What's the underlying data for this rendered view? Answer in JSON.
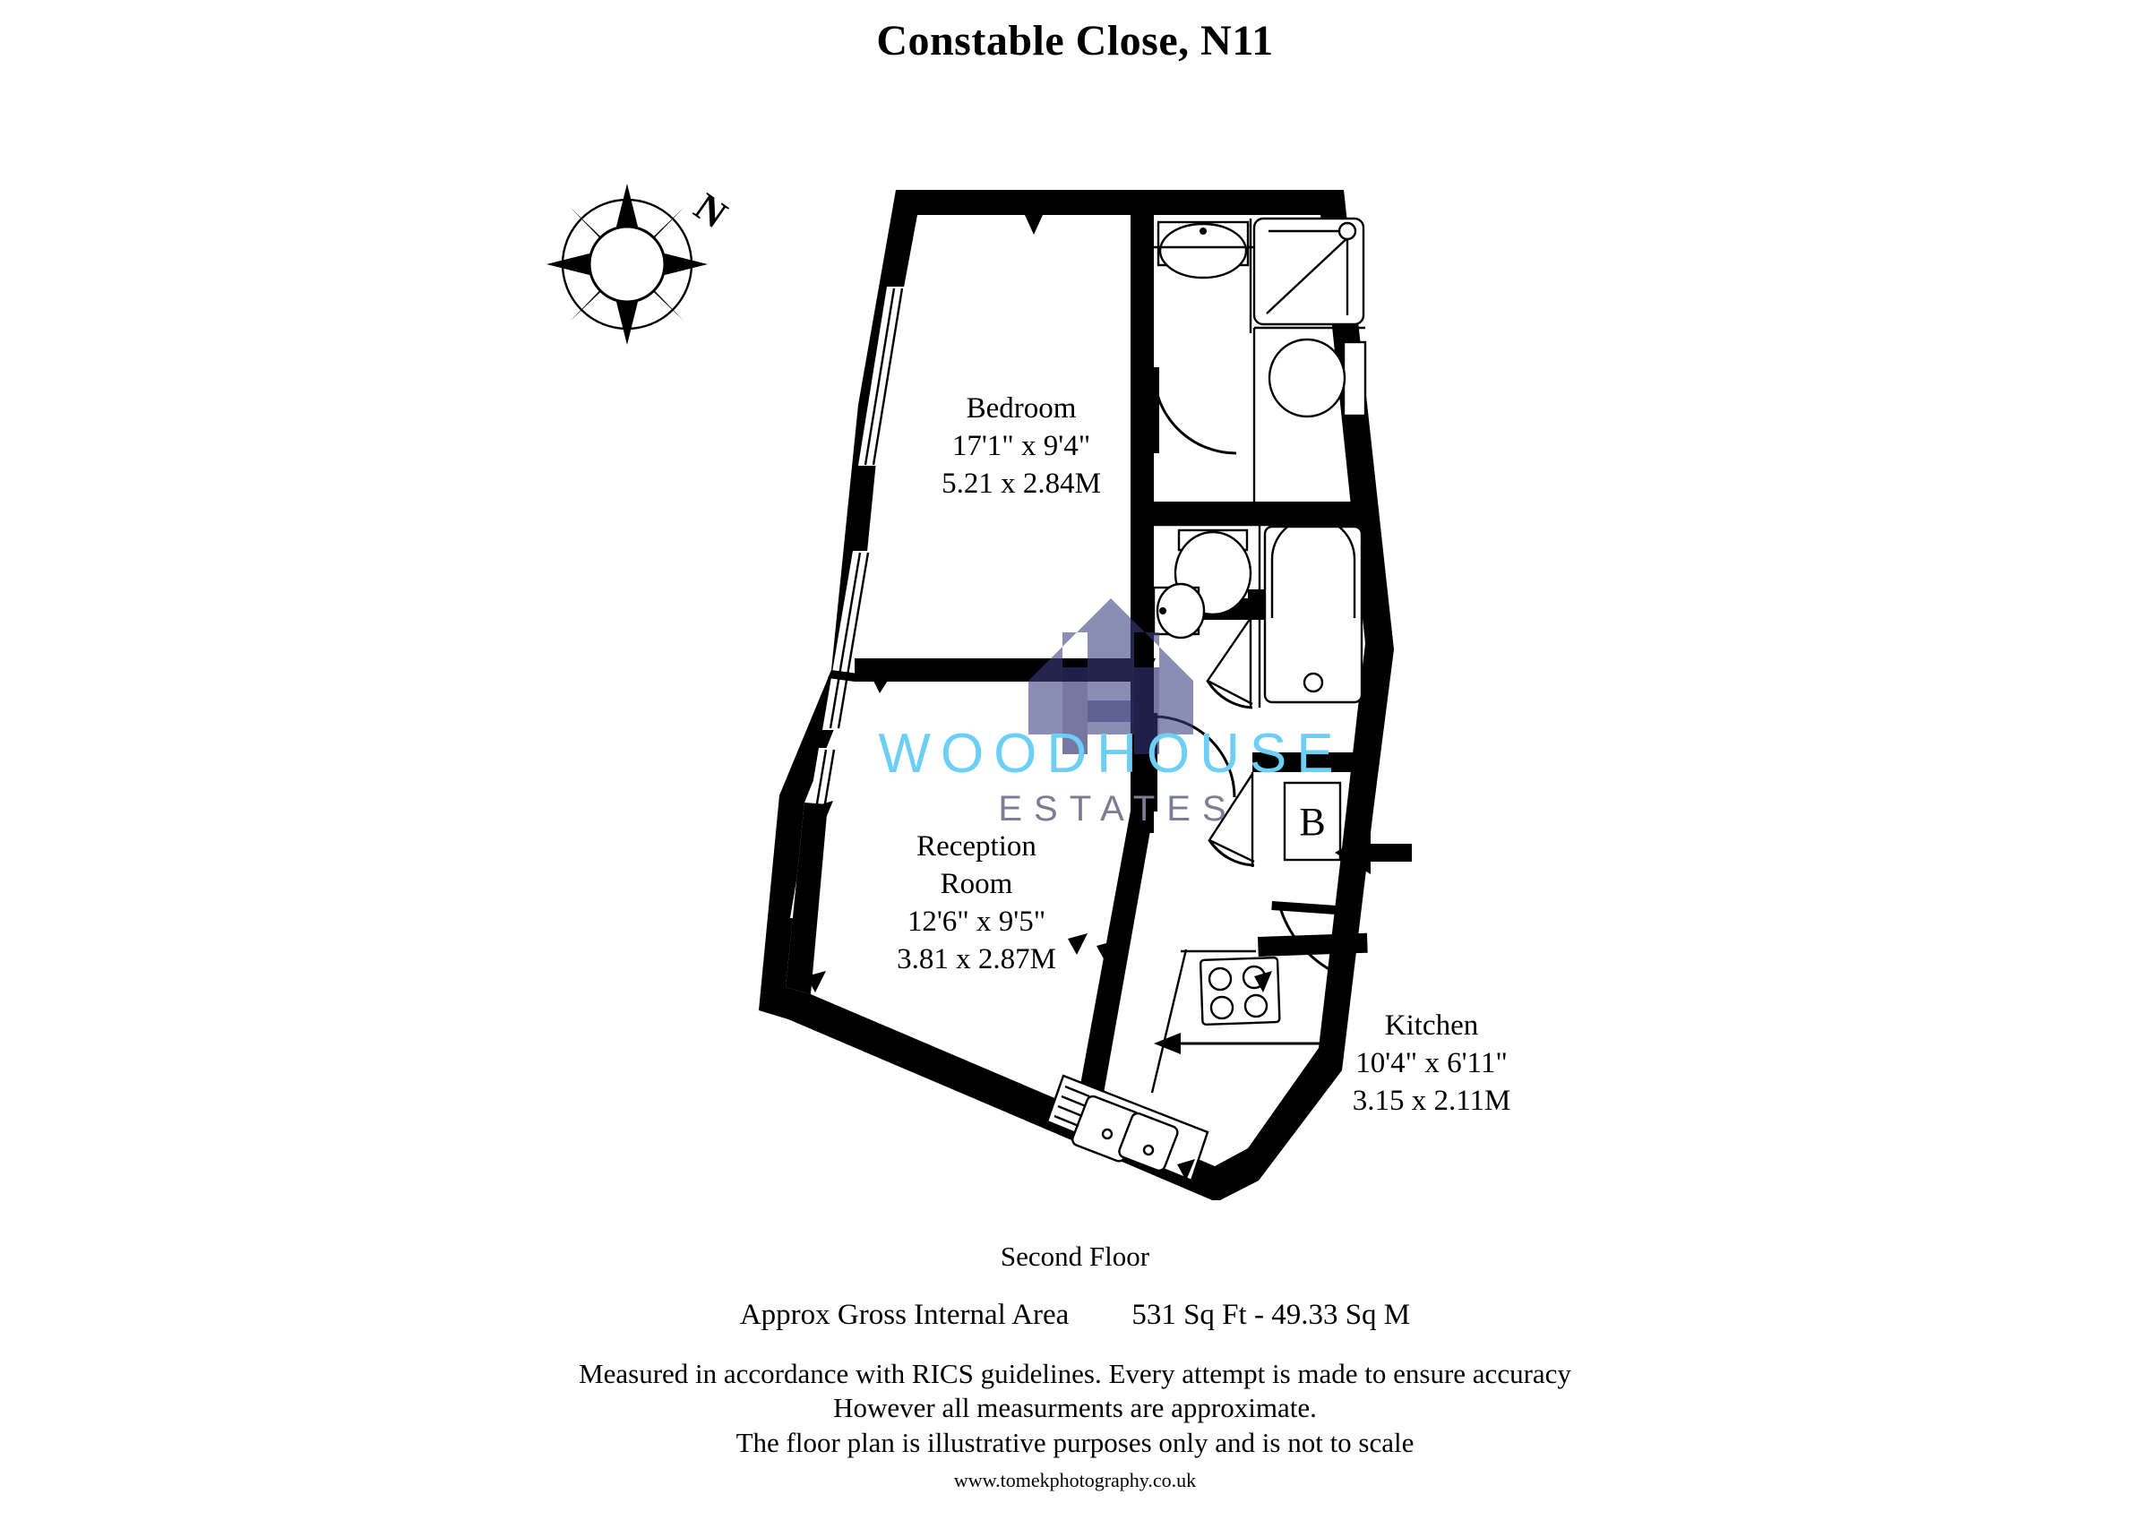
{
  "title": "Constable Close, N11",
  "rooms": [
    {
      "name": "bedroom",
      "label": "Bedroom",
      "imperial": "17'1\" x 9'4\"",
      "metric": "5.21 x 2.84M"
    },
    {
      "name": "reception",
      "label_line1": "Reception",
      "label_line2": "Room",
      "imperial": "12'6\" x 9'5\"",
      "metric": "3.81 x 2.87M"
    },
    {
      "name": "kitchen",
      "label": "Kitchen",
      "imperial": "10'4\" x 6'11\"",
      "metric": "3.15 x 2.11M"
    }
  ],
  "markers": {
    "boiler_cupboard": "B",
    "compass_north": "N"
  },
  "watermark": {
    "line1": "WOODHOUSE",
    "line2": "ESTATES",
    "color_line1": "#6DCFF6",
    "color_line2": "#7C7C95",
    "logo_color": "#3C4080"
  },
  "footer": {
    "floor": "Second Floor",
    "area_label": "Approx Gross Internal Area",
    "area_value": "531 Sq Ft  -  49.33 Sq M",
    "disclaimer_line1": "Measured in accordance with RICS guidelines. Every attempt is made to ensure accuracy",
    "disclaimer_line2": "However all measurments are approximate.",
    "disclaimer_line3": "The floor plan is illustrative purposes only and is not to scale",
    "url": "www.tomekphotography.co.uk"
  }
}
